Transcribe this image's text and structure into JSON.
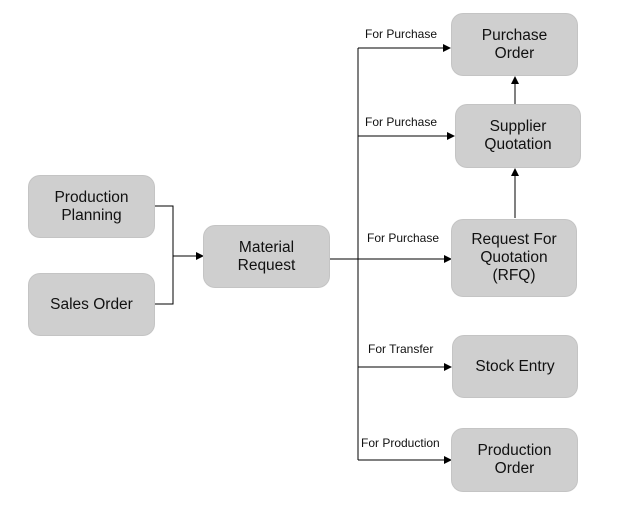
{
  "colors": {
    "node_fill": "#cfcfcf",
    "line": "#000000",
    "text": "#111111"
  },
  "nodes": {
    "production_planning": "Production\nPlanning",
    "sales_order": "Sales Order",
    "material_request": "Material\nRequest",
    "purchase_order": "Purchase\nOrder",
    "supplier_quotation": "Supplier\nQuotation",
    "rfq": "Request For\nQuotation\n(RFQ)",
    "stock_entry": "Stock Entry",
    "production_order": "Production\nOrder"
  },
  "edges": {
    "to_purchase_order": "For Purchase",
    "to_supplier_quotation": "For Purchase",
    "to_rfq": "For Purchase",
    "to_stock_entry": "For Transfer",
    "to_production_order": "For Production"
  }
}
